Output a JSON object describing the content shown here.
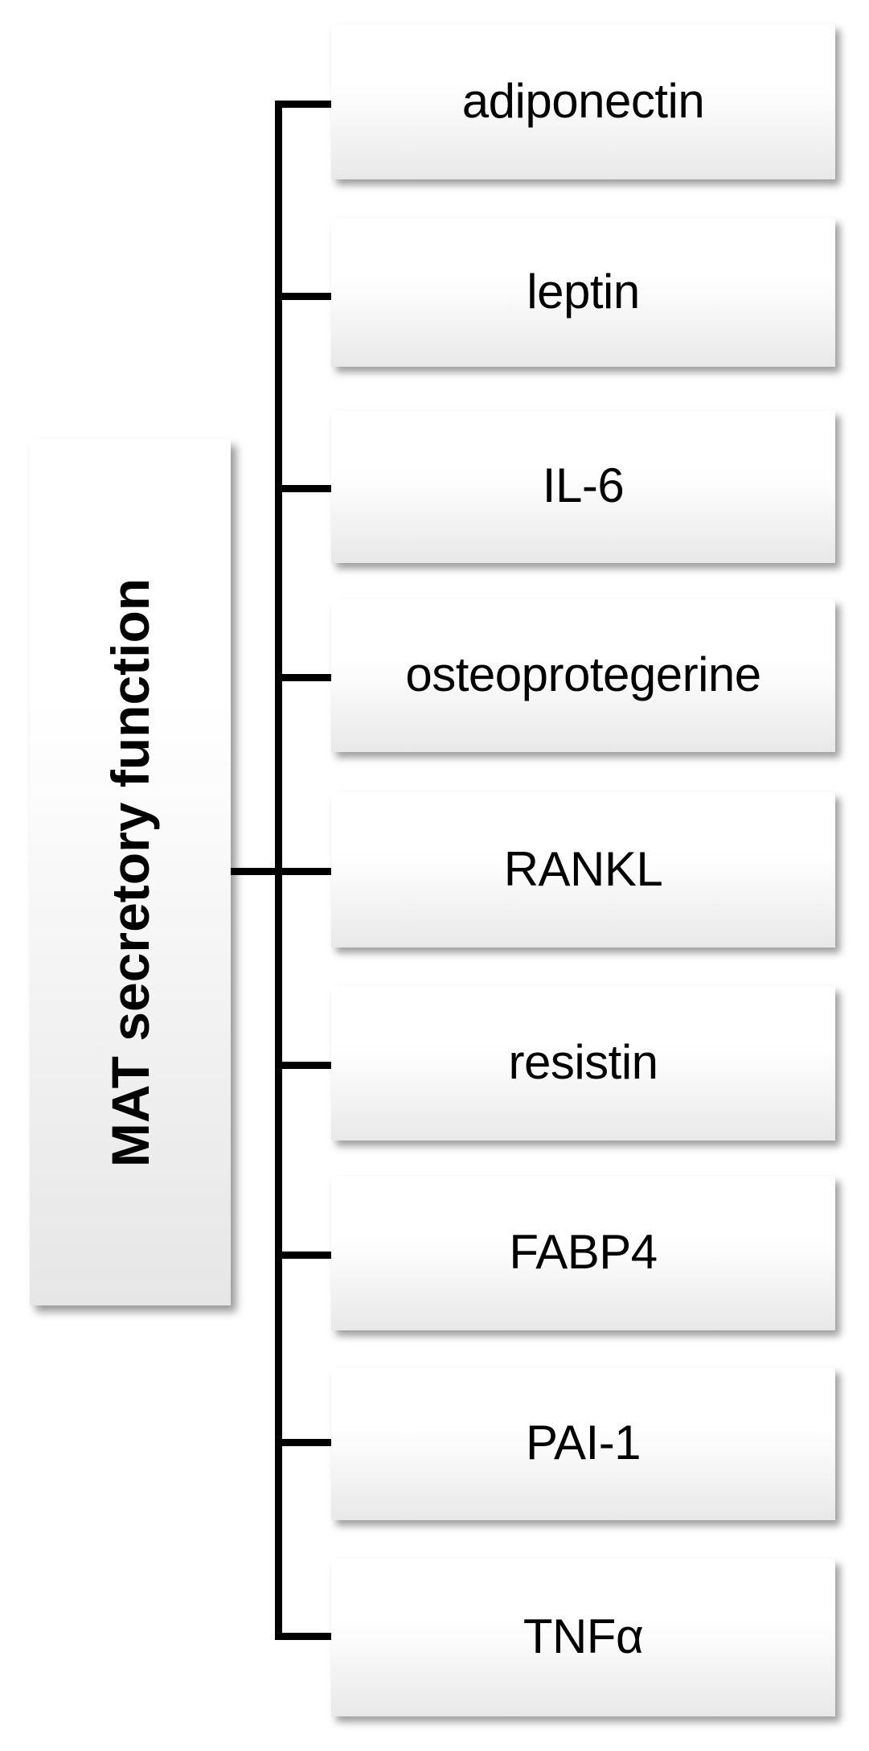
{
  "diagram": {
    "type": "tree",
    "title": "MAT secretory function",
    "root": {
      "label": "MAT secretory function",
      "orientation": "vertical-text"
    },
    "children": [
      {
        "label": "adiponectin"
      },
      {
        "label": "leptin"
      },
      {
        "label": "IL-6"
      },
      {
        "label": "osteoprotegerine"
      },
      {
        "label": "RANKL"
      },
      {
        "label": "resistin"
      },
      {
        "label": "FABP4"
      },
      {
        "label": "PAI-1"
      },
      {
        "label": "TNFα"
      }
    ],
    "colors": {
      "line": "#000000",
      "text": "#000000",
      "box_top": "#ffffff",
      "box_bottom": "#e8e8e8",
      "background": "#ffffff"
    }
  }
}
